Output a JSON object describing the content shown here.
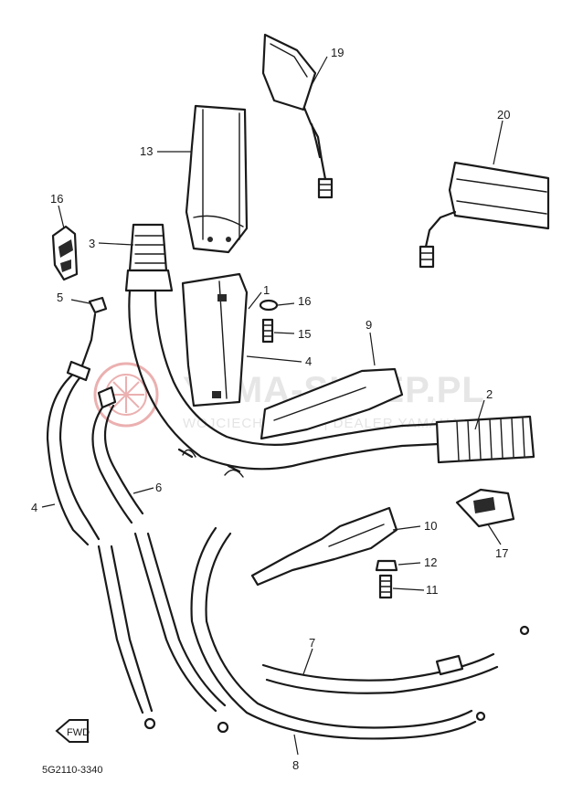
{
  "watermark": {
    "title": "YAMA-SKLEP.PL",
    "subtitle": "WOJCIECHOWSCY | DEALER YAMAHA",
    "logo_color": "#e8a6a6"
  },
  "labels": {
    "l1": "1",
    "l2": "2",
    "l3": "3",
    "l4a": "4",
    "l4b": "4",
    "l5": "5",
    "l6": "6",
    "l7": "7",
    "l8": "8",
    "l9": "9",
    "l10": "10",
    "l11": "11",
    "l12": "12",
    "l13": "13",
    "l15": "15",
    "l16a": "16",
    "l16b": "16",
    "l17": "17",
    "l19": "19",
    "l20": "20"
  },
  "fwd_badge": "FWD",
  "diagram_code": "5G2110-3340"
}
